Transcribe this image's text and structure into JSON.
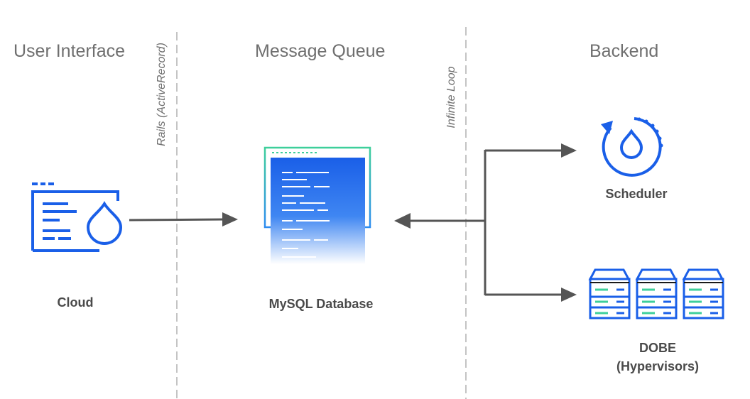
{
  "sections": {
    "user_interface": "User Interface",
    "message_queue": "Message Queue",
    "backend": "Backend"
  },
  "dividers": {
    "left_label": "Rails (ActiveRecord)",
    "right_label": "Infinite Loop"
  },
  "components": {
    "cloud": "Cloud",
    "mysql": "MySQL Database",
    "scheduler": "Scheduler",
    "dobe_line1": "DOBE",
    "dobe_line2": "(Hypervisors)"
  },
  "colors": {
    "blue": "#1a5fe8",
    "teal": "#3ecf9b",
    "gray_text": "#6f6f6f",
    "arrow": "#555555",
    "divider": "#c4c4c4"
  },
  "icons": {
    "cloud": "cloud-window-drop-icon",
    "mysql": "database-window-icon",
    "scheduler": "scheduler-cycle-drop-icon",
    "dobe": "server-rack-icon"
  }
}
